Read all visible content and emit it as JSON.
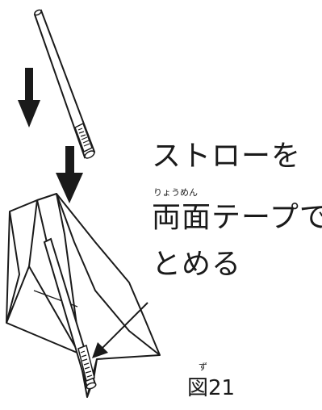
{
  "instruction": {
    "line1": "ストローを",
    "line2": "両面テープで",
    "line3": "とめる",
    "ruby_ryoumen": "りょうめん"
  },
  "figure": {
    "ruby_zu": "ず",
    "label": "図21"
  },
  "colors": {
    "ink": "#1a1a1a",
    "background": "#ffffff"
  },
  "icons": [
    "down-arrow-icon",
    "down-arrow-icon",
    "pointer-arrow-icon"
  ]
}
